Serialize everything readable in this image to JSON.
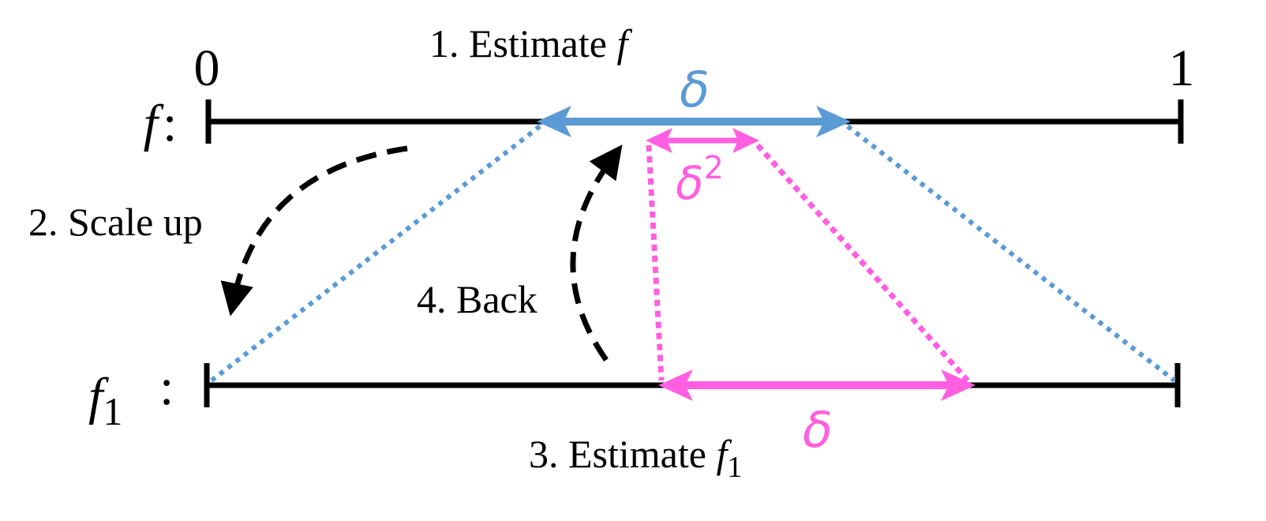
{
  "colors": {
    "blue": "#5b9bd5",
    "pink": "#ff5fe0",
    "black": "#000000"
  },
  "axis": {
    "f_label": "f",
    "f_colon": ":",
    "f1_label": "f",
    "f1_sub": "1",
    "f1_colon": ":",
    "zero": "0",
    "one": "1"
  },
  "steps": {
    "step1_text": "1. Estimate ",
    "step1_var": "f",
    "step2": "2. Scale up",
    "step3_text": "3. Estimate ",
    "step3_var": "f",
    "step3_sub": "1",
    "step4": "4. Back"
  },
  "deltas": {
    "delta_top": "δ",
    "delta_sq": "δ",
    "delta_sq_exp": "2",
    "delta_bottom": "δ"
  }
}
